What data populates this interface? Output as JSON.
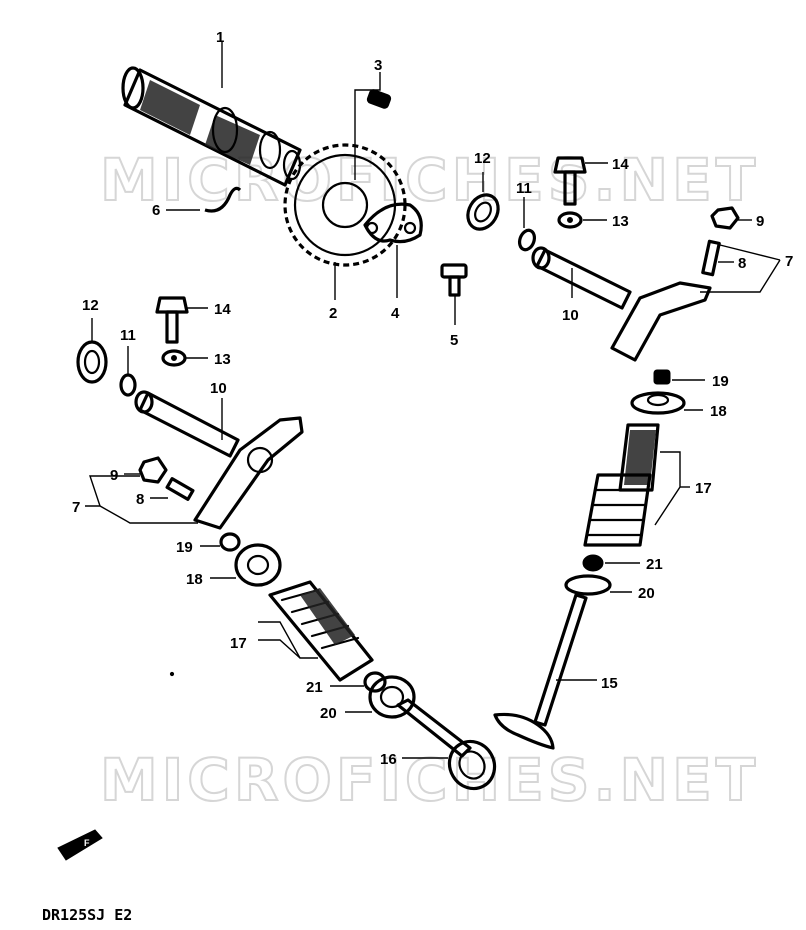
{
  "watermark": {
    "text_top": "MICROFICHES.NET",
    "text_bottom": "MICROFICHES.NET"
  },
  "callouts": {
    "c1": "1",
    "c2": "2",
    "c3": "3",
    "c4": "4",
    "c5": "5",
    "c6": "6",
    "c7a": "7",
    "c7b": "7",
    "c8a": "8",
    "c8b": "8",
    "c9a": "9",
    "c9b": "9",
    "c10a": "10",
    "c10b": "10",
    "c11a": "11",
    "c11b": "11",
    "c12a": "12",
    "c12b": "12",
    "c13a": "13",
    "c13b": "13",
    "c14a": "14",
    "c14b": "14",
    "c15": "15",
    "c16": "16",
    "c17a": "17",
    "c17b": "17",
    "c18a": "18",
    "c18b": "18",
    "c19a": "19",
    "c19b": "19",
    "c20a": "20",
    "c20b": "20",
    "c21a": "21",
    "c21b": "21"
  },
  "direction_mark": "F",
  "model_code": "DR125SJ E2",
  "colors": {
    "ink": "#000000",
    "watermark": "#d6d6d6",
    "paper": "#ffffff"
  }
}
